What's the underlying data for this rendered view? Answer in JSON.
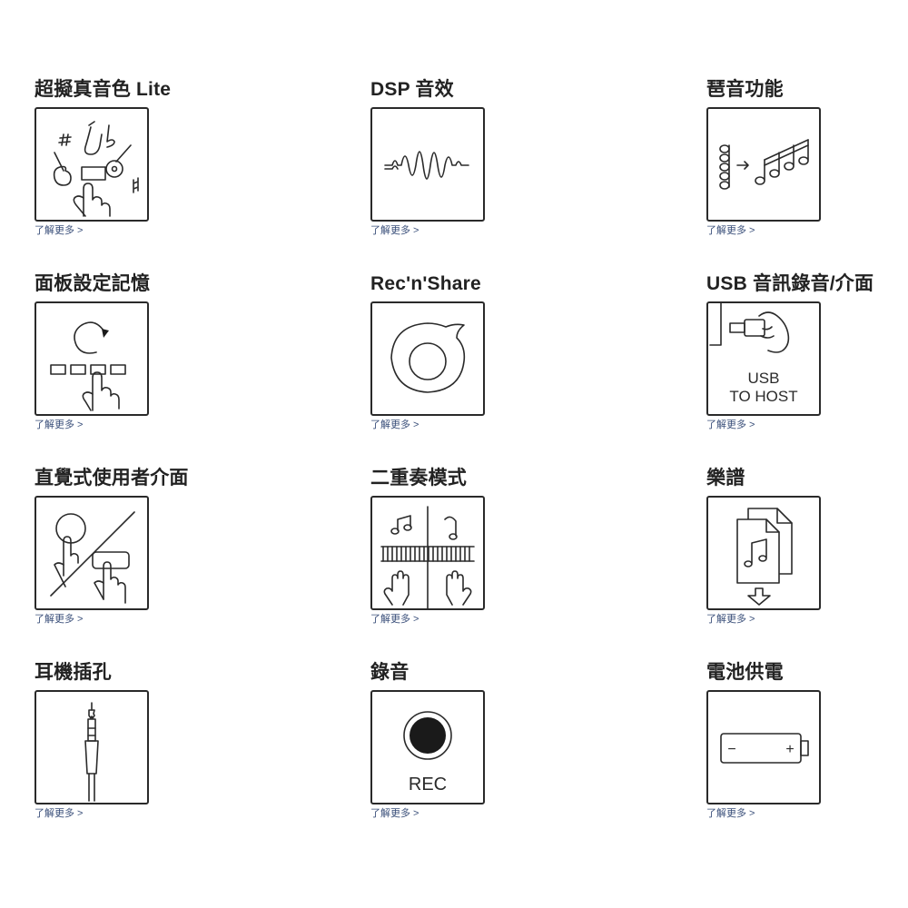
{
  "learn_more": {
    "label": "了解更多",
    "chevron": ">"
  },
  "features": [
    {
      "title": "超擬真音色 Lite",
      "icon": "instruments-hand-icon"
    },
    {
      "title": "DSP 音效",
      "icon": "waveform-icon"
    },
    {
      "title": "琶音功能",
      "icon": "arpeggio-notes-icon"
    },
    {
      "title": "面板設定記憶",
      "icon": "panel-memory-icon"
    },
    {
      "title": "Rec'n'Share",
      "icon": "recnshare-logo-icon"
    },
    {
      "title": "USB 音訊錄音/介面",
      "icon": "usb-plug-icon",
      "icon_text": [
        "USB",
        "TO HOST"
      ]
    },
    {
      "title": "直覺式使用者介面",
      "icon": "touch-interface-icon"
    },
    {
      "title": "二重奏模式",
      "icon": "duo-keyboard-icon"
    },
    {
      "title": "樂譜",
      "icon": "score-download-icon"
    },
    {
      "title": "耳機插孔",
      "icon": "headphone-jack-icon"
    },
    {
      "title": "錄音",
      "icon": "record-button-icon",
      "icon_text": "REC"
    },
    {
      "title": "電池供電",
      "icon": "battery-icon",
      "icon_text": [
        "−",
        "+"
      ]
    }
  ]
}
